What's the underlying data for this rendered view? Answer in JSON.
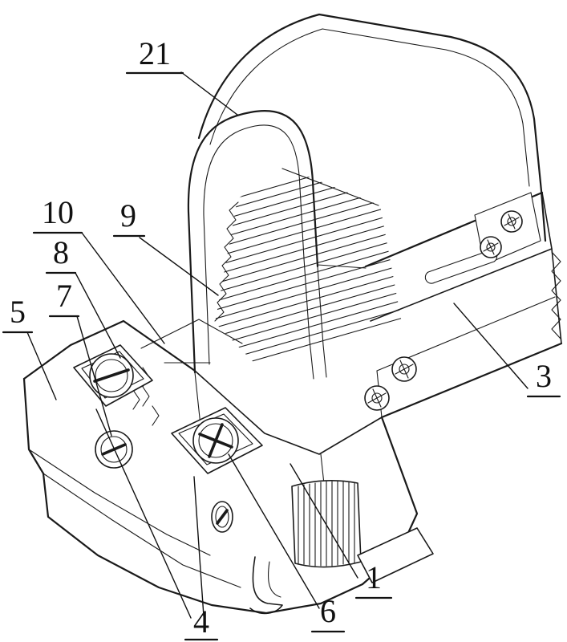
{
  "figure": {
    "background_color": "#ffffff",
    "line_color": "#1a1a1a",
    "callouts": [
      {
        "id": "21",
        "text": "21"
      },
      {
        "id": "10",
        "text": "10"
      },
      {
        "id": "9",
        "text": "9"
      },
      {
        "id": "8",
        "text": "8"
      },
      {
        "id": "7",
        "text": "7"
      },
      {
        "id": "5",
        "text": "5"
      },
      {
        "id": "3",
        "text": "3"
      },
      {
        "id": "1",
        "text": "1"
      },
      {
        "id": "6",
        "text": "6"
      },
      {
        "id": "4",
        "text": "4"
      }
    ]
  }
}
